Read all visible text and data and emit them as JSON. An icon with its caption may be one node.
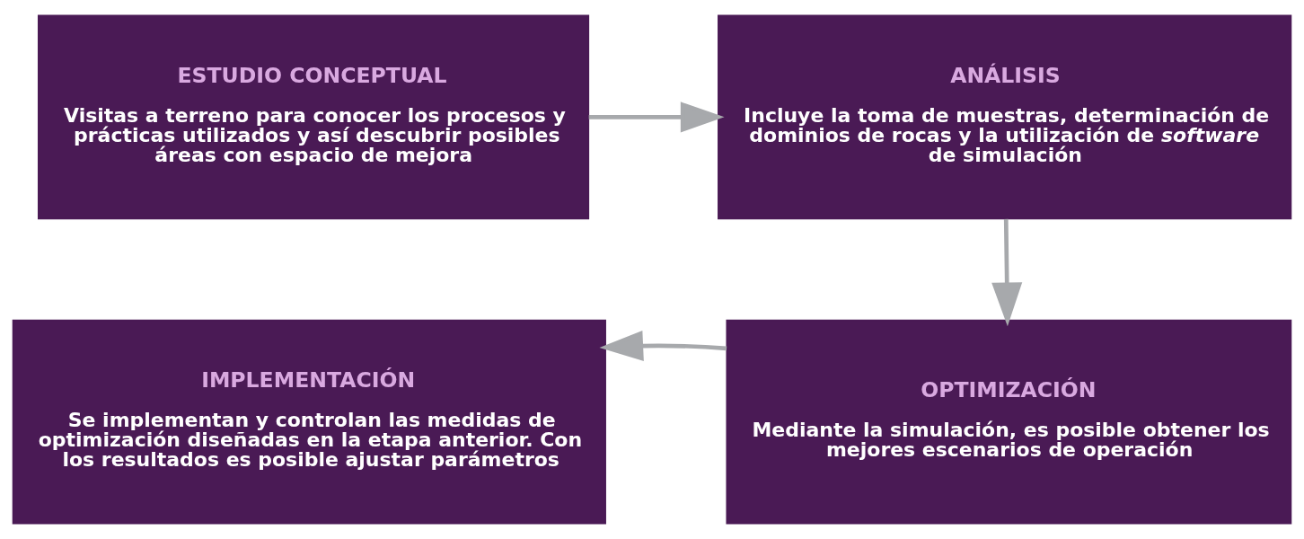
{
  "diagram": {
    "nodes": [
      {
        "text": [
          "ESTUDIO CONCEPTUAL",
          "Visitas a terreno para conocer los procesos y prácticas utilizados y así descubrir posibles áreas con espacio de mejora"
        ]
      },
      {
        "text": [
          "ANÁLISIS",
          "Incluye la toma de muestras, determinación de dominios de rocas y la utilización de *software* de simulación"
        ]
      },
      {
        "text": [
          "IMPLEMENTACIÓN",
          "Se implementan y controlan las medidas de optimización diseñadas en la etapa anterior. Con los resultados es posible ajustar parámetros"
        ]
      },
      {
        "text": [
          "OPTIMIZACIÓN",
          "Mediante la simulación, es posible obtener los mejores escenarios de operación"
        ]
      }
    ],
    "edges": [
      {
        "from": 0,
        "to": 1,
        "arrow": "to"
      },
      {
        "from": 1,
        "to": 3,
        "arrow": "to"
      },
      {
        "from": 3,
        "to": 2,
        "arrow": "to"
      }
    ]
  }
}
